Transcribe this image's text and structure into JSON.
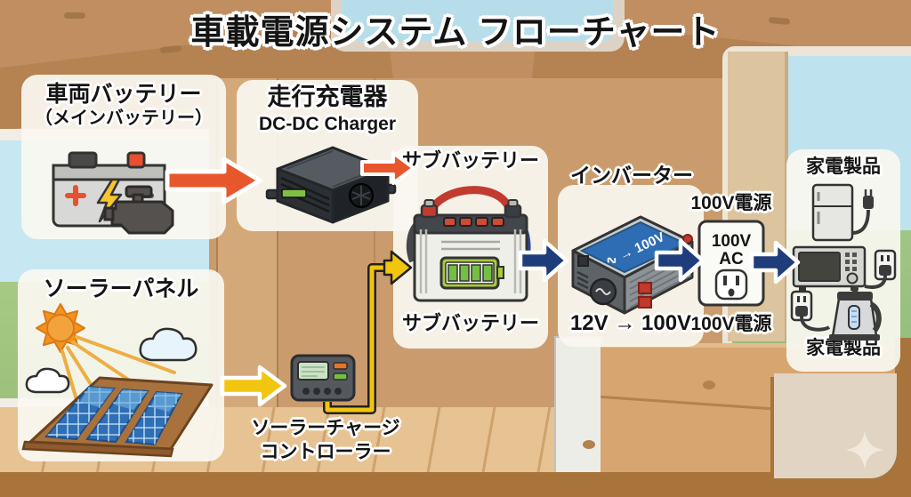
{
  "title": "車載電源システム フローチャート",
  "nodes": {
    "main_battery": {
      "label_line1": "車両バッテリー",
      "label_line2": "（メインバッテリー）"
    },
    "charger": {
      "label_jp": "走行充電器",
      "label_en": "DC-DC Charger"
    },
    "sub_battery": {
      "label_top": "サブバッテリー",
      "label_bottom": "サブバッテリー"
    },
    "inverter": {
      "label": "インバーター",
      "caption": "12V → 100V",
      "device_text": "∿ → 100V"
    },
    "ac_outlet": {
      "label_top": "100V電源",
      "label_bottom": "100V電源",
      "plate_line1": "100V",
      "plate_line2": "AC"
    },
    "appliances": {
      "label_top": "家電製品",
      "label_bottom": "家電製品"
    },
    "solar_panel": {
      "label": "ソーラーパネル"
    },
    "charge_controller": {
      "label_line1": "ソーラーチャージ",
      "label_line2": "コントローラー"
    }
  },
  "edges": [
    {
      "from": "main_battery",
      "to": "charger",
      "color": "orange"
    },
    {
      "from": "charger",
      "to": "sub_battery",
      "color": "orange"
    },
    {
      "from": "sub_battery",
      "to": "inverter",
      "color": "blue"
    },
    {
      "from": "inverter",
      "to": "ac_outlet",
      "color": "blue"
    },
    {
      "from": "ac_outlet",
      "to": "appliances",
      "color": "blue"
    },
    {
      "from": "solar_panel",
      "to": "charge_controller",
      "color": "yellow"
    },
    {
      "from": "charge_controller",
      "to": "sub_battery",
      "color": "yellow"
    }
  ],
  "colors": {
    "arrow_orange": "#E8572B",
    "arrow_blue": "#1F3C7B",
    "arrow_yellow": "#F2C50F",
    "label_text": "#141414",
    "label_outline": "#FFFFFF",
    "panel_bg": "#F7F4ED",
    "wood_wall": "#C99B6E"
  }
}
